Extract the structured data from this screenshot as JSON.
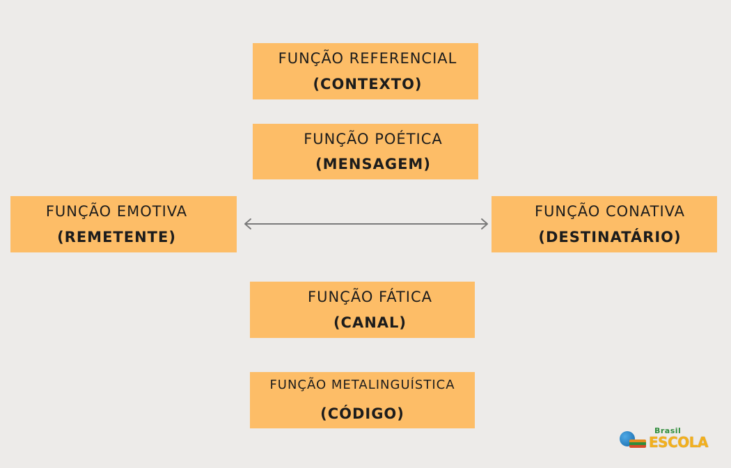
{
  "boxes": {
    "referencial": {
      "function": "FUNÇÃO REFERENCIAL",
      "role": "(CONTEXTO)"
    },
    "poetica": {
      "function": "FUNÇÃO POÉTICA",
      "role": "(MENSAGEM)"
    },
    "emotiva": {
      "function": "FUNÇÃO EMOTIVA",
      "role": "(REMETENTE)"
    },
    "conativa": {
      "function": "FUNÇÃO CONATIVA",
      "role": "(DESTINATÁRIO)"
    },
    "fatica": {
      "function": "FUNÇÃO FÁTICA",
      "role": "(CANAL)"
    },
    "metalinguistica": {
      "function": "FUNÇÃO METALINGUÍSTICA",
      "role": "(CÓDIGO)"
    }
  },
  "logo": {
    "line1": "Brasil",
    "line2": "ESCOLA"
  },
  "colors": {
    "background": "#edebe9",
    "box": "#fdbd67",
    "arrow": "#7a7a7a",
    "text": "#1c1c1c"
  }
}
